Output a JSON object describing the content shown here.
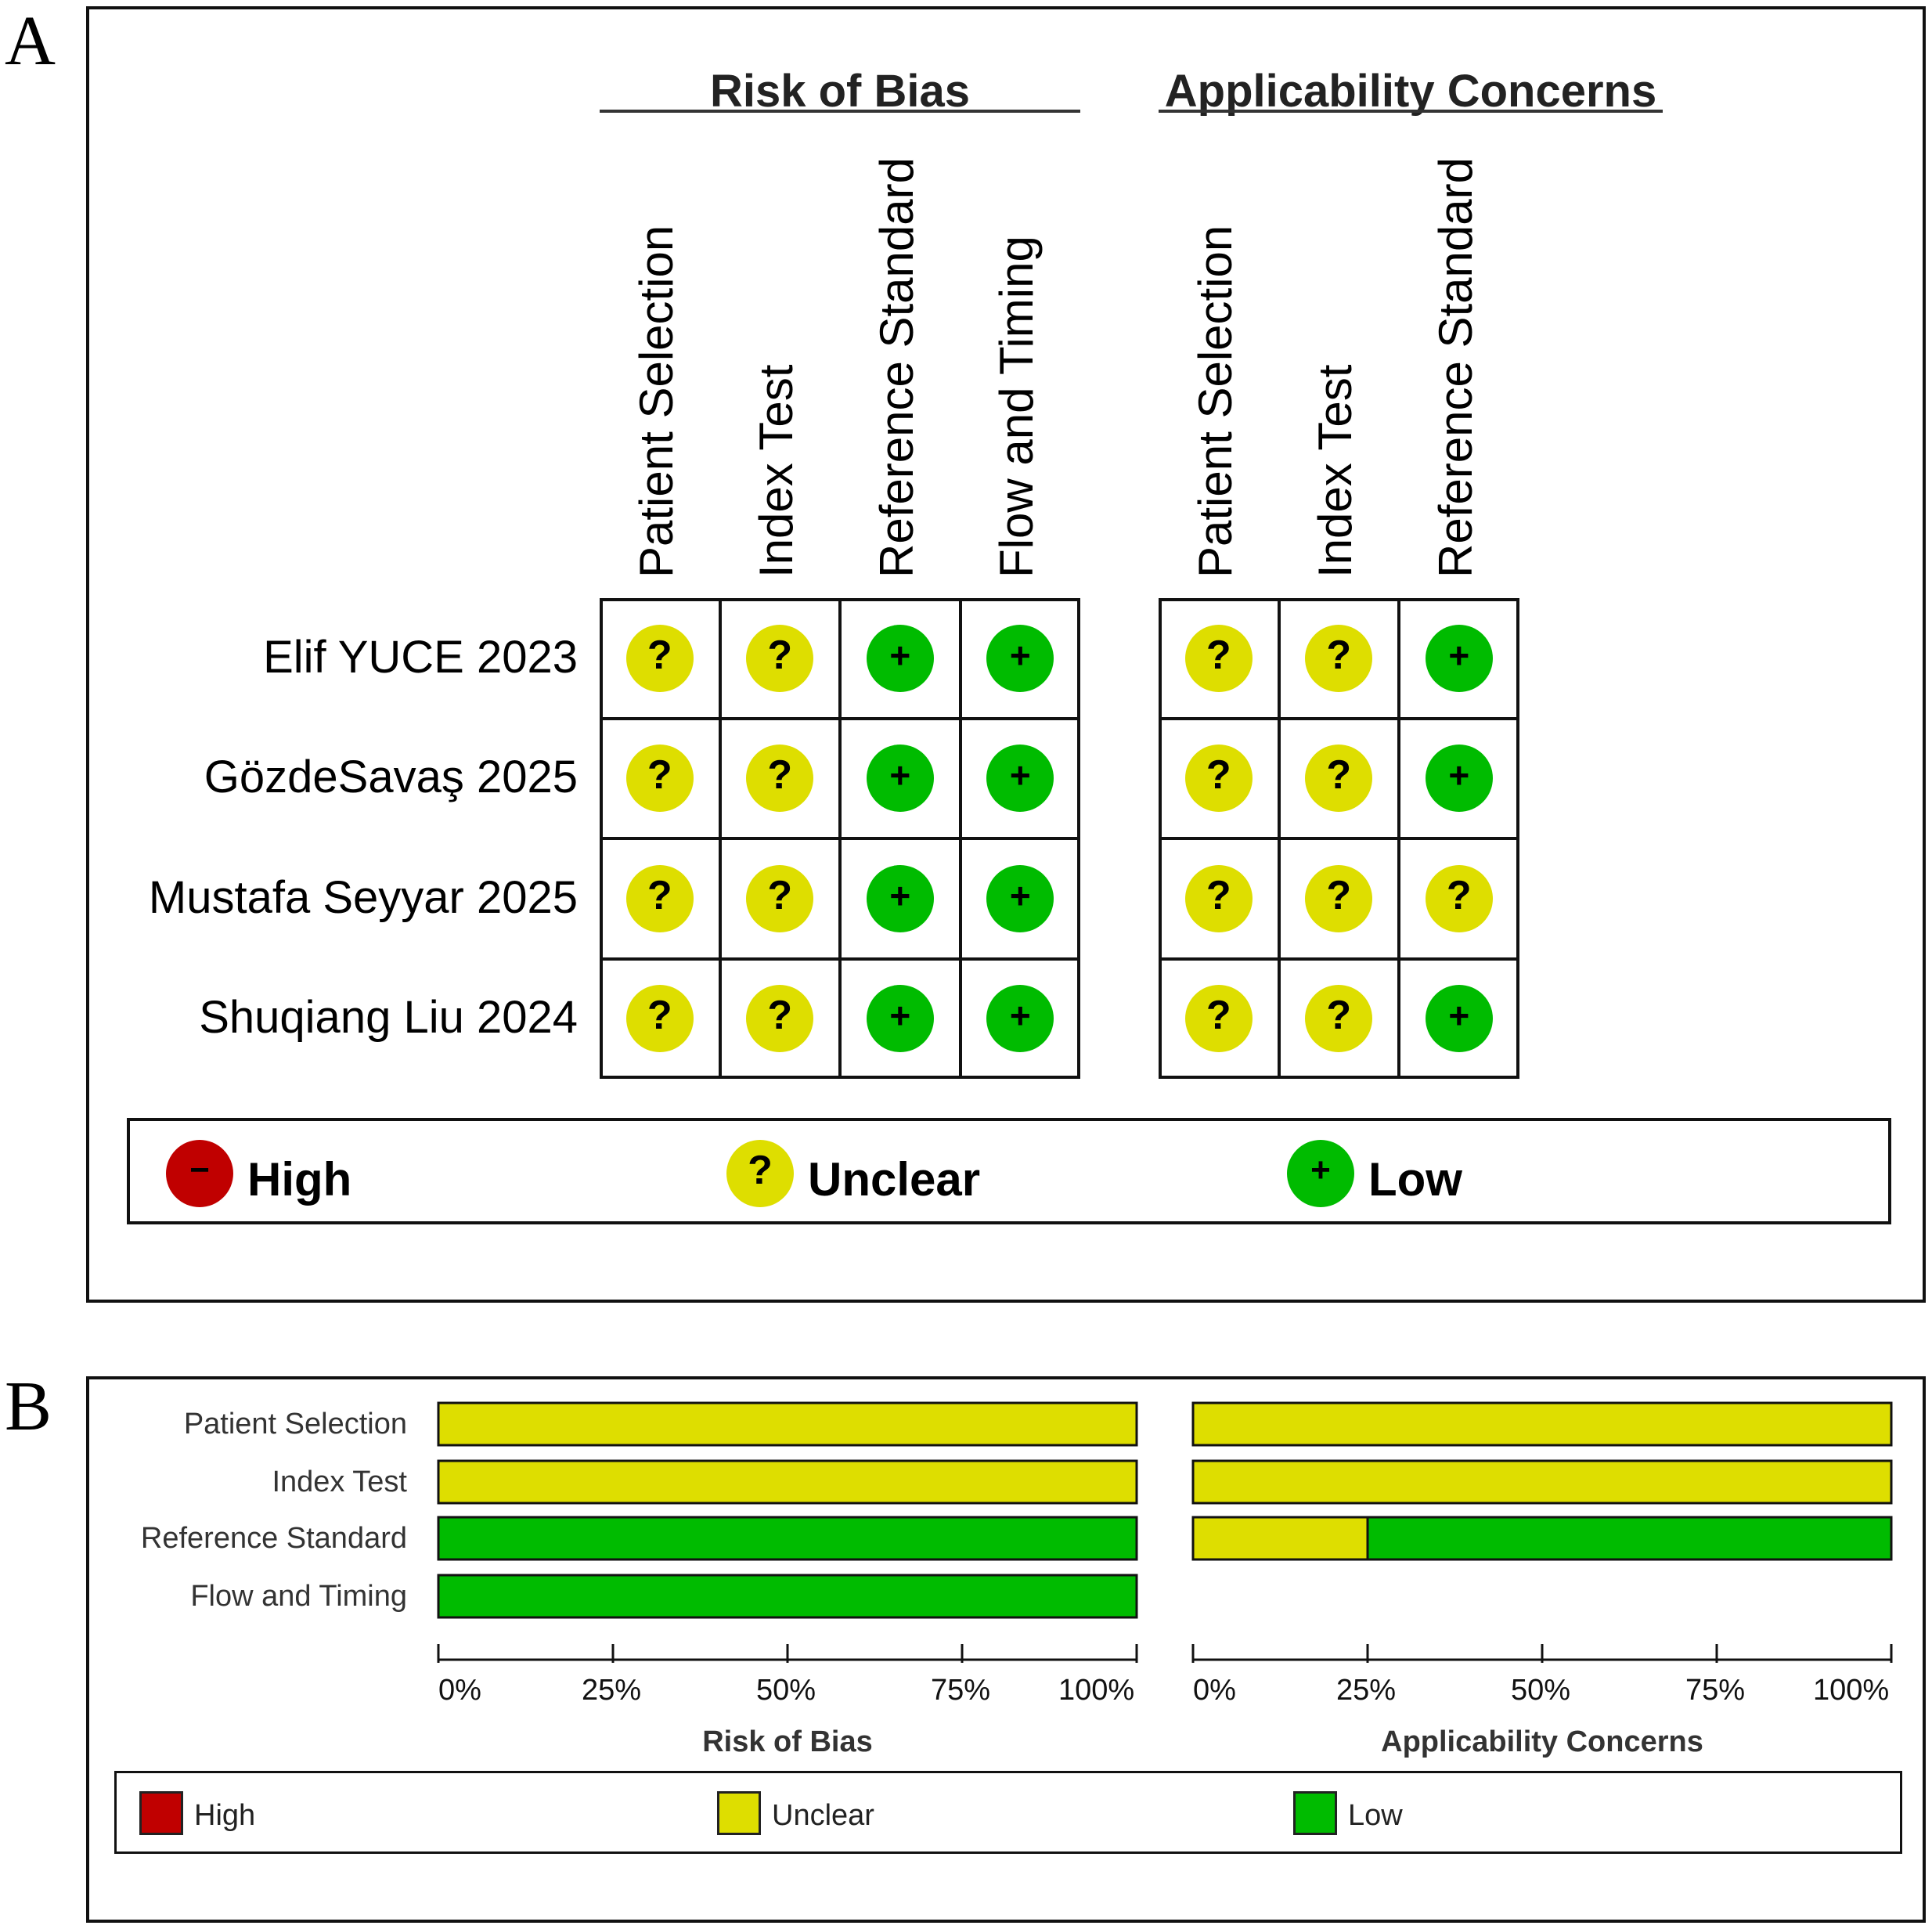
{
  "panel_a": {
    "letter": "A",
    "groups": [
      {
        "title": "Risk of Bias",
        "columns": [
          "Patient Selection",
          "Index Test",
          "Reference Standard",
          "Flow and Timing"
        ]
      },
      {
        "title": "Applicability Concerns",
        "columns": [
          "Patient Selection",
          "Index Test",
          "Reference Standard"
        ]
      }
    ],
    "legend": [
      {
        "key": "high",
        "label": "High",
        "glyph": "−"
      },
      {
        "key": "unclear",
        "label": "Unclear",
        "glyph": "?"
      },
      {
        "key": "low",
        "label": "Low",
        "glyph": "+"
      }
    ]
  },
  "panel_b": {
    "letter": "B",
    "legend": [
      {
        "key": "high",
        "label": "High"
      },
      {
        "key": "unclear",
        "label": "Unclear"
      },
      {
        "key": "low",
        "label": "Low"
      }
    ]
  },
  "colors": {
    "high": "#c00000",
    "unclear": "#dede00",
    "low": "#00bb00"
  },
  "chart_data": [
    {
      "type": "table",
      "title": "",
      "rows": [
        "Elif YUCE 2023",
        "GözdeSavaş 2025",
        "Mustafa Seyyar 2025",
        "Shuqiang Liu 2024"
      ],
      "risk_of_bias_columns": [
        "Patient Selection",
        "Index Test",
        "Reference Standard",
        "Flow and Timing"
      ],
      "applicability_columns": [
        "Patient Selection",
        "Index Test",
        "Reference Standard"
      ],
      "risk_of_bias": [
        [
          "unclear",
          "unclear",
          "low",
          "low"
        ],
        [
          "unclear",
          "unclear",
          "low",
          "low"
        ],
        [
          "unclear",
          "unclear",
          "low",
          "low"
        ],
        [
          "unclear",
          "unclear",
          "low",
          "low"
        ]
      ],
      "applicability": [
        [
          "unclear",
          "unclear",
          "low"
        ],
        [
          "unclear",
          "unclear",
          "low"
        ],
        [
          "unclear",
          "unclear",
          "unclear"
        ],
        [
          "unclear",
          "unclear",
          "low"
        ]
      ],
      "legend": [
        "High",
        "Unclear",
        "Low"
      ]
    },
    {
      "type": "bar",
      "title": "",
      "xlim": [
        0,
        100
      ],
      "ticks": [
        "0%",
        "25%",
        "50%",
        "75%",
        "100%"
      ],
      "legend": [
        "High",
        "Unclear",
        "Low"
      ],
      "panels": [
        {
          "xlabel": "Risk of Bias",
          "categories": [
            "Patient Selection",
            "Index Test",
            "Reference Standard",
            "Flow and Timing"
          ],
          "series": [
            {
              "name": "High",
              "values": [
                0,
                0,
                0,
                0
              ]
            },
            {
              "name": "Unclear",
              "values": [
                100,
                100,
                0,
                0
              ]
            },
            {
              "name": "Low",
              "values": [
                0,
                0,
                100,
                100
              ]
            }
          ]
        },
        {
          "xlabel": "Applicability Concerns",
          "categories": [
            "Patient Selection",
            "Index Test",
            "Reference Standard"
          ],
          "series": [
            {
              "name": "High",
              "values": [
                0,
                0,
                0
              ]
            },
            {
              "name": "Unclear",
              "values": [
                100,
                100,
                25
              ]
            },
            {
              "name": "Low",
              "values": [
                0,
                0,
                75
              ]
            }
          ]
        }
      ]
    }
  ]
}
